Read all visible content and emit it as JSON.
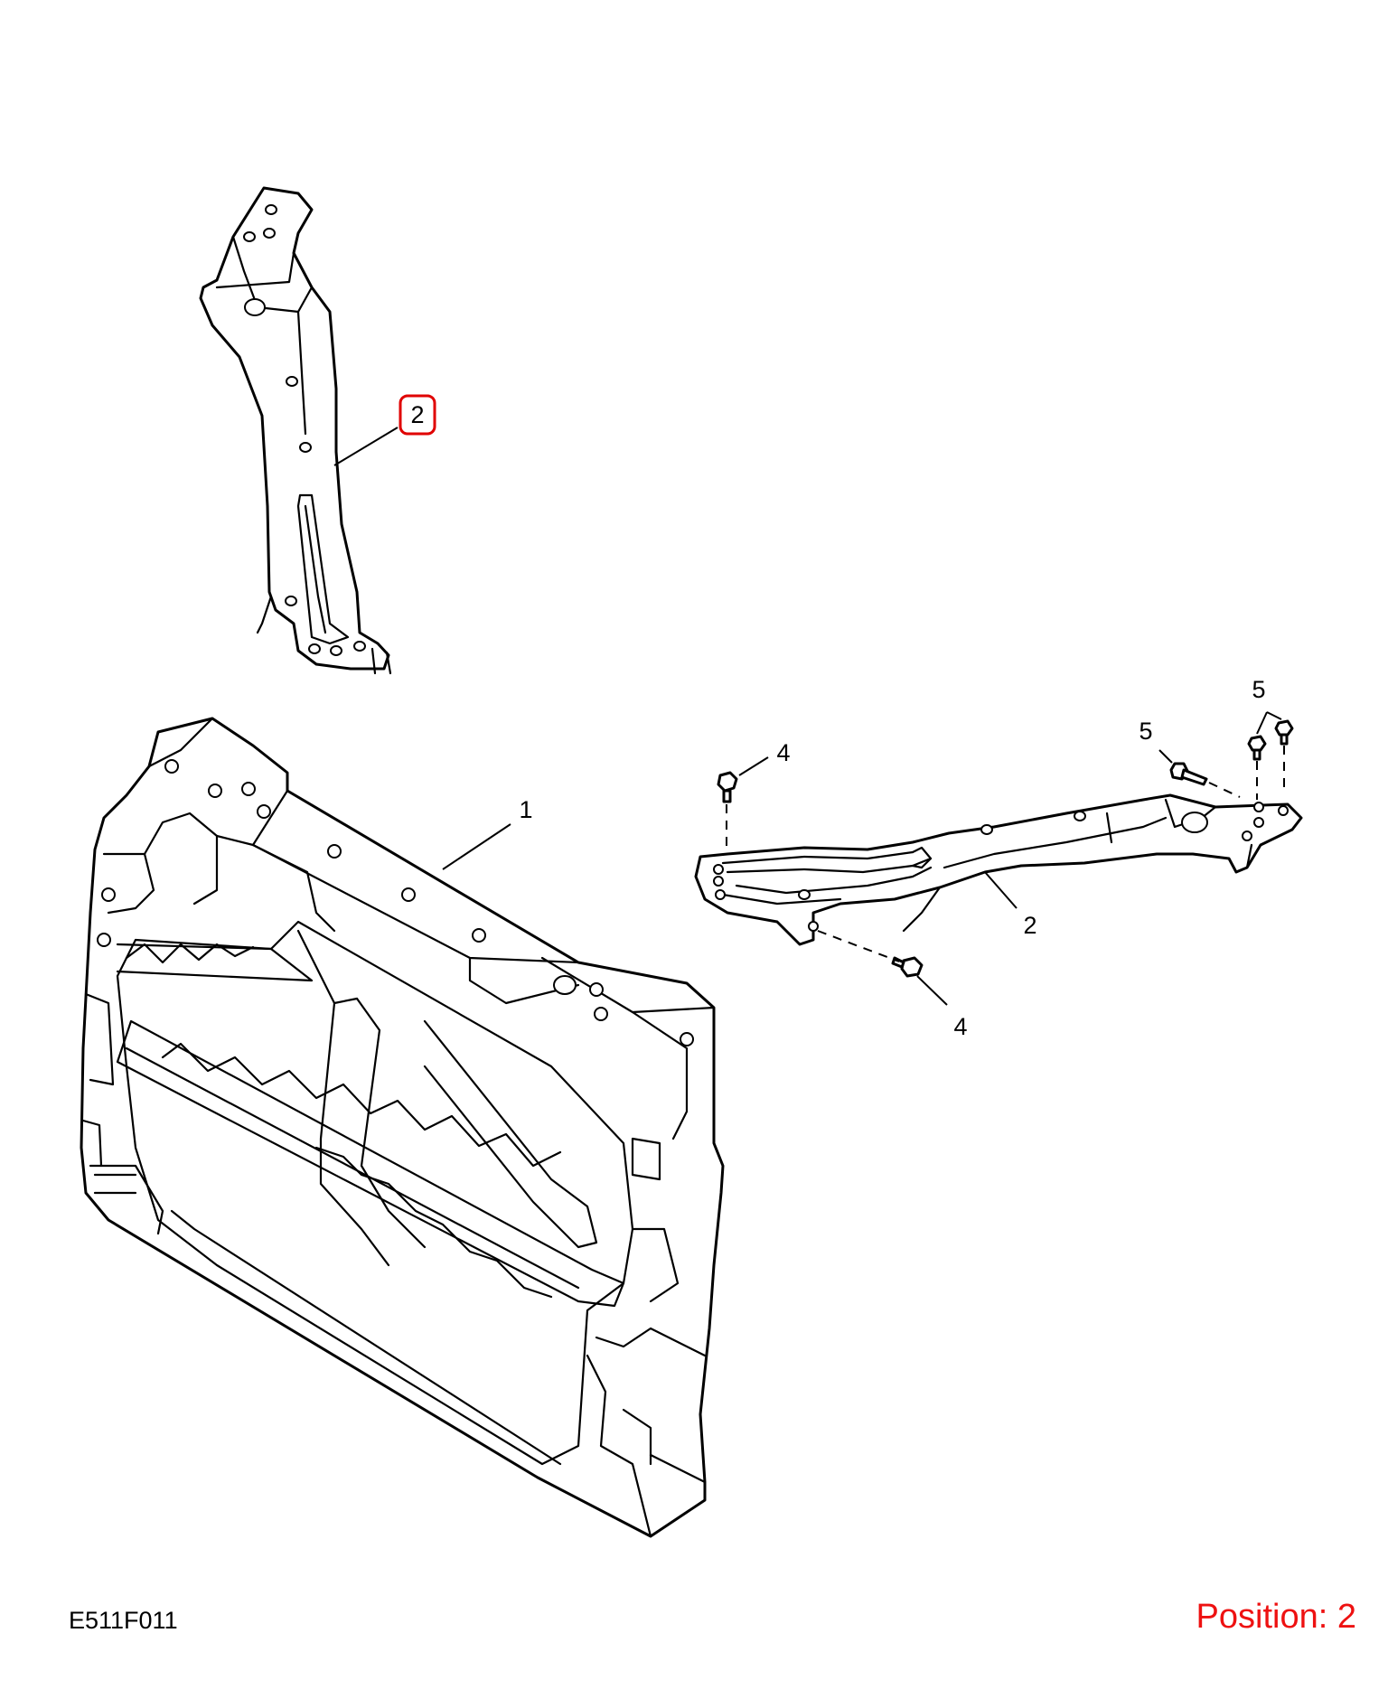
{
  "diagram_code": "E511F011",
  "position_text": "Position: 2",
  "callouts": {
    "part_1": "1",
    "part_2_upper": "2",
    "part_2_lower": "2",
    "part_4_upper": "4",
    "part_4_lower": "4",
    "part_5_left": "5",
    "part_5_right": "5"
  },
  "colors": {
    "highlight": "#e00000",
    "position_text": "#ee1111",
    "line": "#000000"
  }
}
